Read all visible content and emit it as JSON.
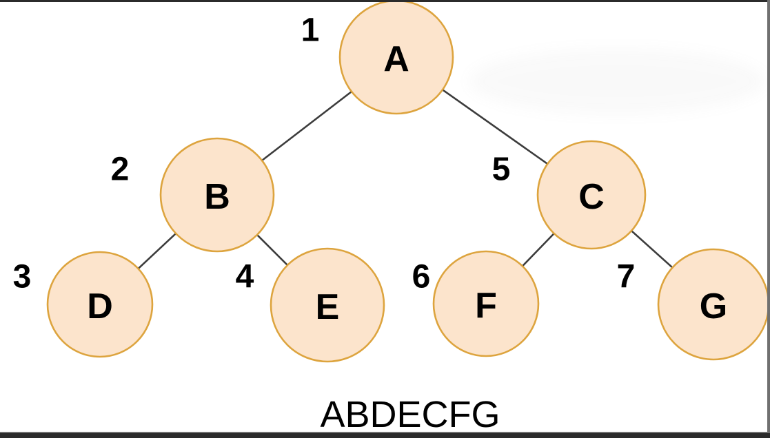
{
  "diagram": {
    "type": "binary-tree",
    "traversal_result": "ABDECFG",
    "nodes": {
      "A": {
        "label": "A",
        "visit_order": "1"
      },
      "B": {
        "label": "B",
        "visit_order": "2"
      },
      "D": {
        "label": "D",
        "visit_order": "3"
      },
      "E": {
        "label": "E",
        "visit_order": "4"
      },
      "C": {
        "label": "C",
        "visit_order": "5"
      },
      "F": {
        "label": "F",
        "visit_order": "6"
      },
      "G": {
        "label": "G",
        "visit_order": "7"
      }
    },
    "edges": [
      {
        "from": "A",
        "to": "B"
      },
      {
        "from": "A",
        "to": "C"
      },
      {
        "from": "B",
        "to": "D"
      },
      {
        "from": "B",
        "to": "E"
      },
      {
        "from": "C",
        "to": "F"
      },
      {
        "from": "C",
        "to": "G"
      }
    ],
    "colors": {
      "node_fill": "#fce4cc",
      "node_border": "#dda43e",
      "edge_line": "#3c3c3c",
      "text": "#000000",
      "frame_dark": "#2b2b2b",
      "frame_side": "#707070"
    }
  }
}
